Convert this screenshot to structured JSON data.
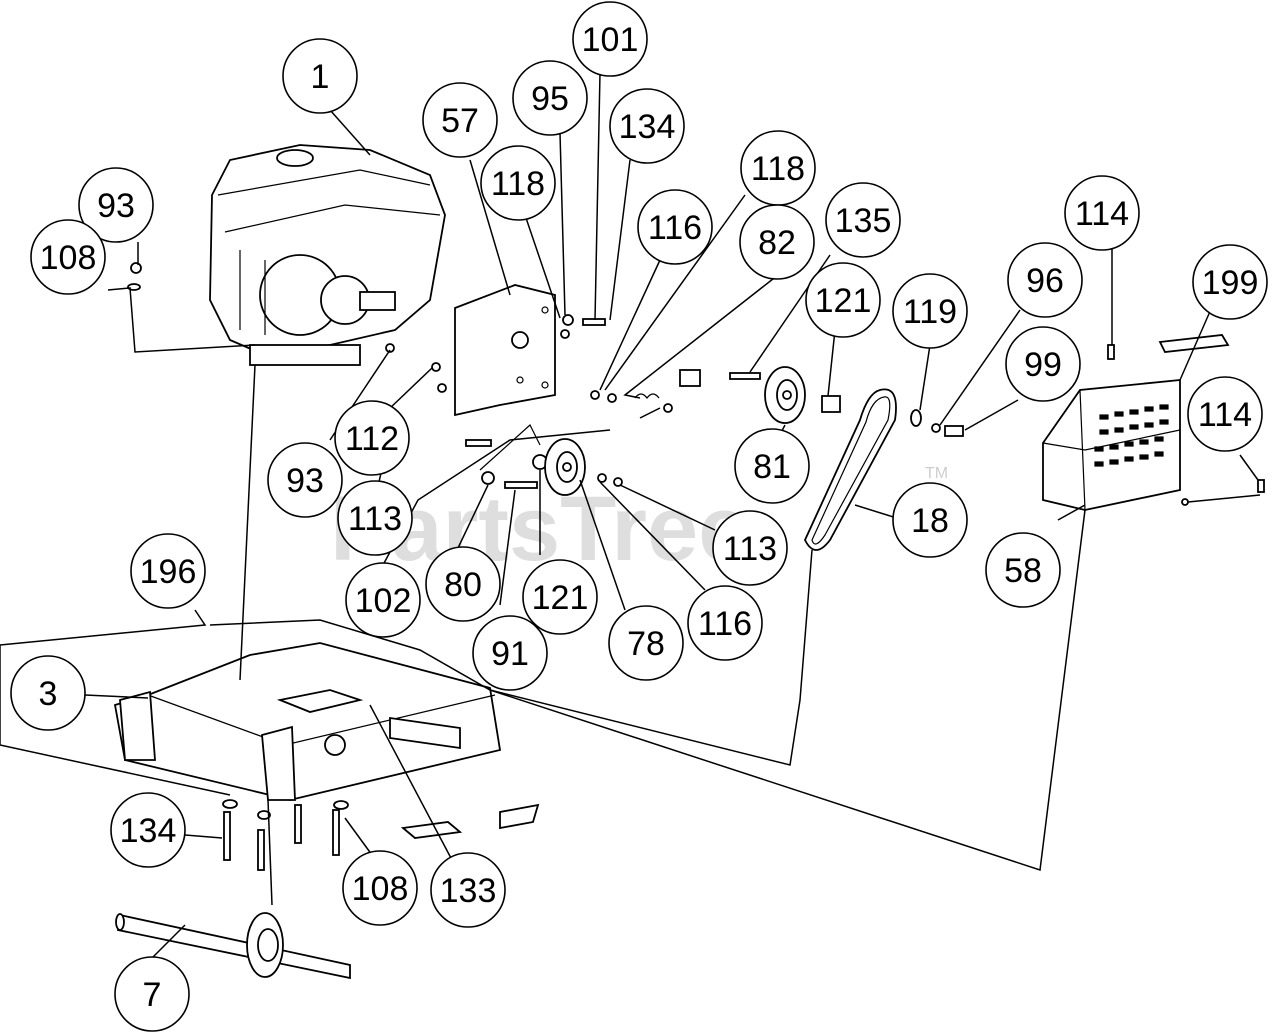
{
  "callouts": [
    {
      "label": "1"
    },
    {
      "label": "101"
    },
    {
      "label": "95"
    },
    {
      "label": "134"
    },
    {
      "label": "57"
    },
    {
      "label": "118"
    },
    {
      "label": "118"
    },
    {
      "label": "116"
    },
    {
      "label": "135"
    },
    {
      "label": "82"
    },
    {
      "label": "93"
    },
    {
      "label": "108"
    },
    {
      "label": "114"
    },
    {
      "label": "199"
    },
    {
      "label": "96"
    },
    {
      "label": "121"
    },
    {
      "label": "119"
    },
    {
      "label": "99"
    },
    {
      "label": "114"
    },
    {
      "label": "112"
    },
    {
      "label": "93"
    },
    {
      "label": "113"
    },
    {
      "label": "81"
    },
    {
      "label": "18"
    },
    {
      "label": "113"
    },
    {
      "label": "58"
    },
    {
      "label": "102"
    },
    {
      "label": "80"
    },
    {
      "label": "121"
    },
    {
      "label": "116"
    },
    {
      "label": "196"
    },
    {
      "label": "78"
    },
    {
      "label": "91"
    },
    {
      "label": "3"
    },
    {
      "label": "134"
    },
    {
      "label": "108"
    },
    {
      "label": "133"
    },
    {
      "label": "7"
    }
  ],
  "watermark": {
    "text": "PartsTree",
    "tm": "TM"
  }
}
